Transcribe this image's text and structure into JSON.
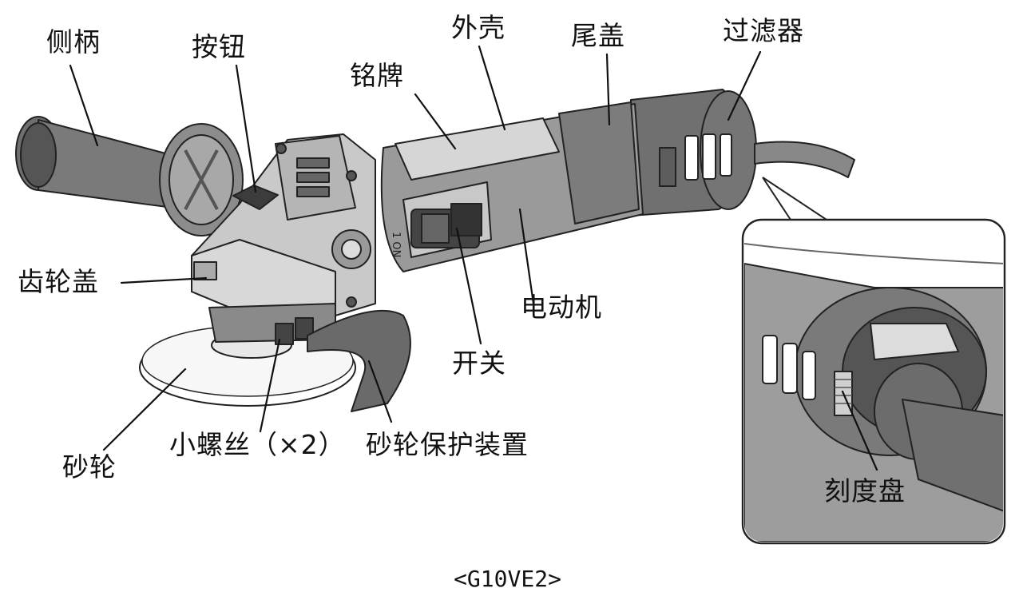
{
  "diagram": {
    "caption": "<G10VE2>",
    "labels": {
      "side_handle": "侧柄",
      "button": "按钮",
      "nameplate": "铭牌",
      "housing": "外壳",
      "tail_cover": "尾盖",
      "filter": "过滤器",
      "gear_cover": "齿轮盖",
      "motor": "电动机",
      "switch": "开关",
      "small_screws": "小螺丝（×2）",
      "wheel_guard": "砂轮保护装置",
      "grinding_wheel": "砂轮",
      "dial": "刻度盘"
    },
    "switch_marking": "1 ON"
  }
}
